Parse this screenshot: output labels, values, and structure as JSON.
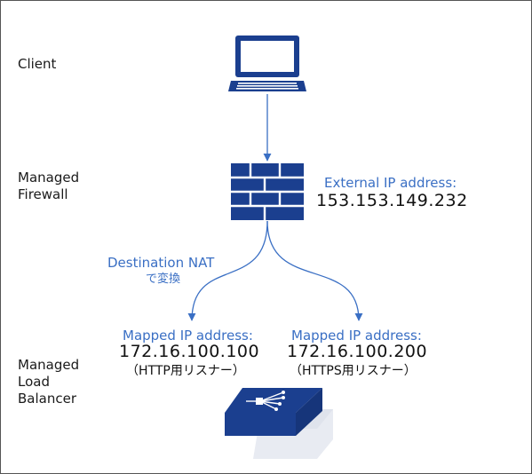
{
  "tiers": {
    "client": "Client",
    "firewall": [
      "Managed",
      "Firewall"
    ],
    "lb": [
      "Managed",
      "Load",
      "Balancer"
    ]
  },
  "firewall": {
    "ip_caption": "External IP address:",
    "ip_value": "153.153.149.232"
  },
  "nat": {
    "line1": "Destination NAT",
    "line2": "で変換"
  },
  "listeners": [
    {
      "caption": "Mapped IP address:",
      "ip": "172.16.100.100",
      "note": "（HTTP用リスナー）"
    },
    {
      "caption": "Mapped IP address:",
      "ip": "172.16.100.200",
      "note": "（HTTPS用リスナー）"
    }
  ],
  "colors": {
    "accent": "#3a6fc4",
    "icon": "#1b3f8f",
    "line": "#3a6fc4"
  },
  "icons": [
    "laptop-icon",
    "firewall-icon",
    "load-balancer-icon"
  ]
}
